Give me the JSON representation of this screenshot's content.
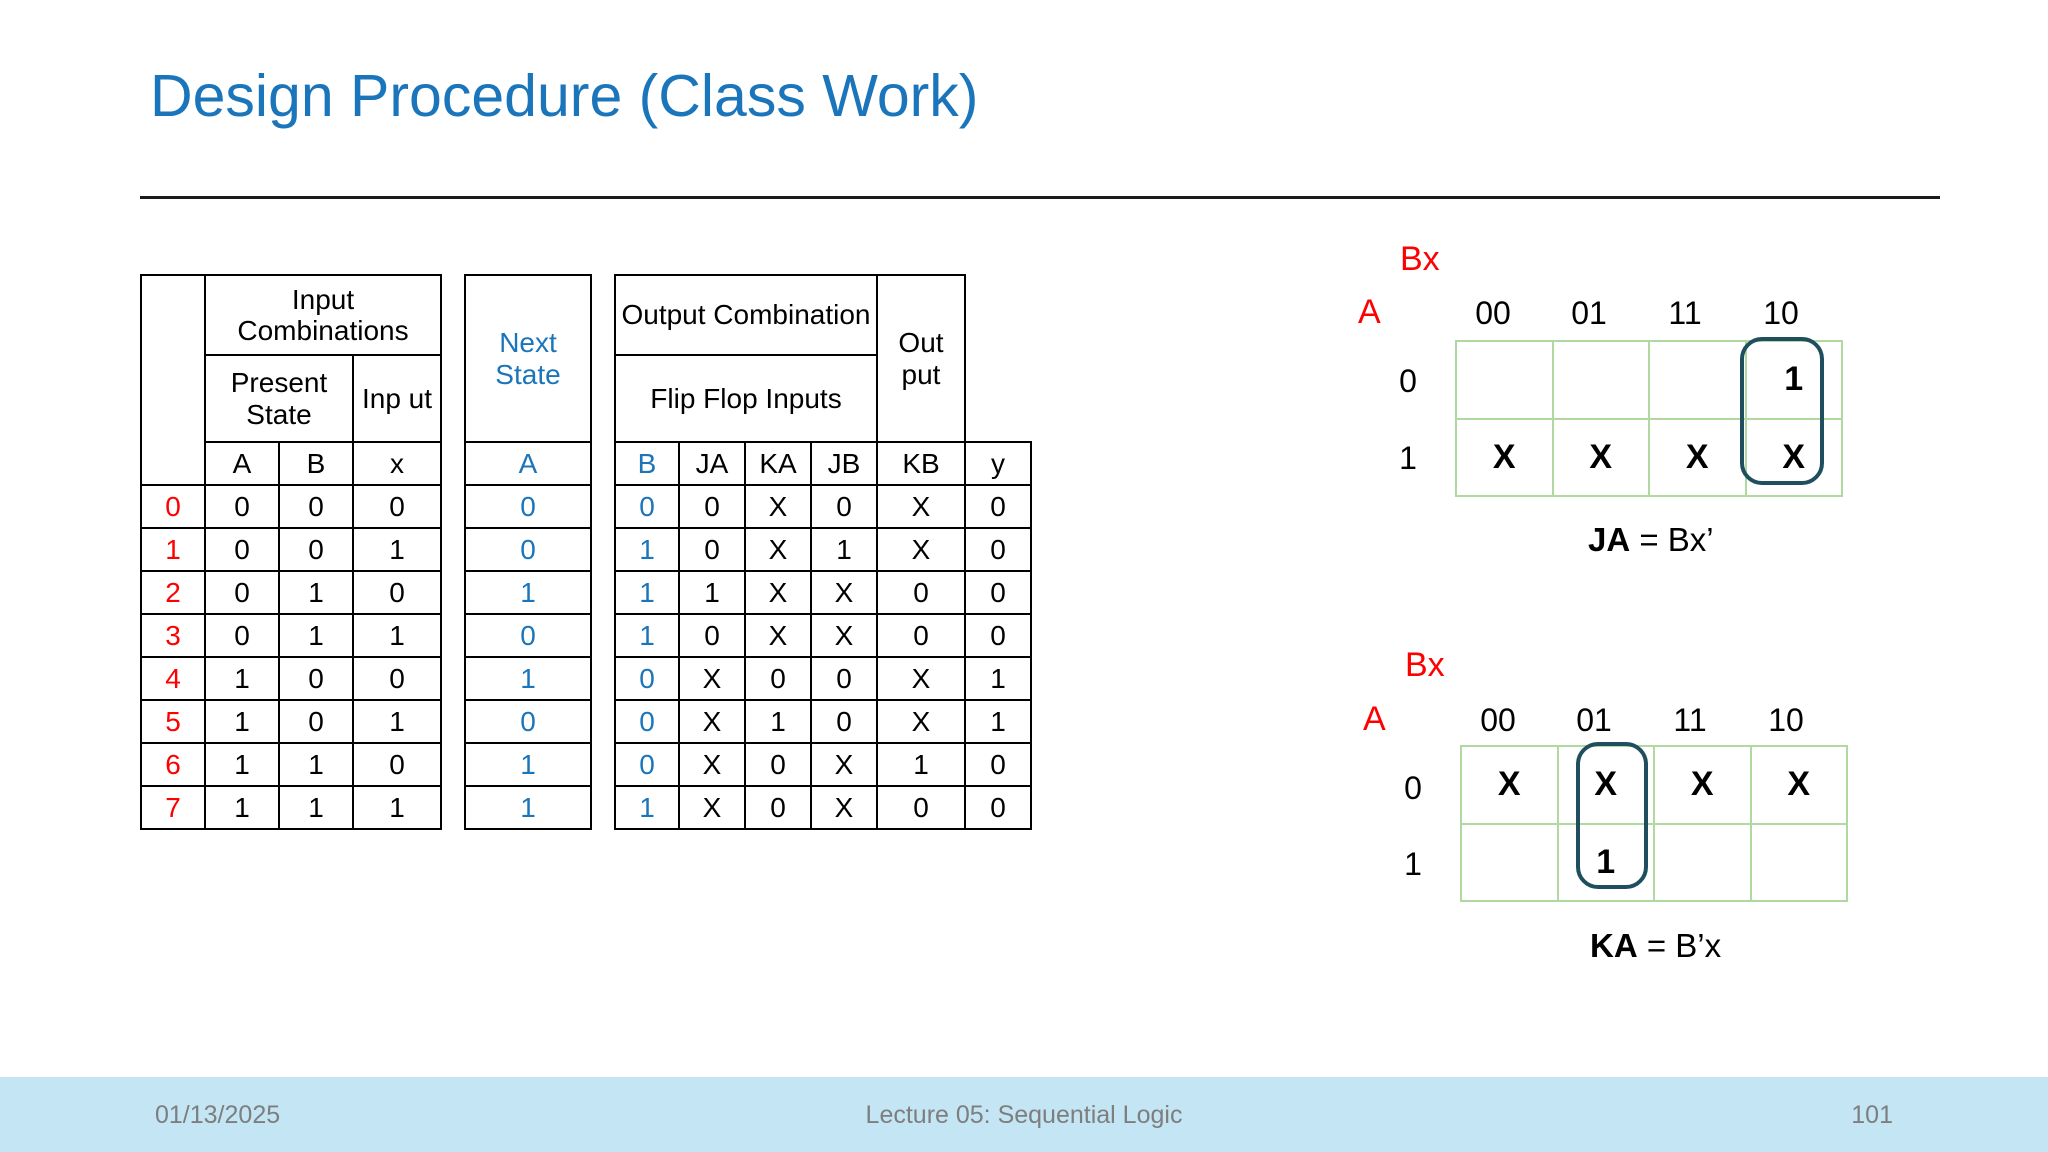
{
  "slide": {
    "title": "Design Procedure (Class Work)"
  },
  "table": {
    "headers": {
      "input_combinations": "Input Combinations",
      "present_state": "Present State",
      "input": "Inp ut",
      "next_state": "Next State",
      "output_combination": "Output Combination",
      "flip_flop_inputs": "Flip Flop Inputs",
      "output": "Out put",
      "col_A": "A",
      "col_B": "B",
      "col_x": "x",
      "col_nsA": "A",
      "col_nsB": "B",
      "col_JA": "JA",
      "col_KA": "KA",
      "col_JB": "JB",
      "col_KB": "KB",
      "col_y": "y"
    },
    "rows": [
      {
        "idx": "0",
        "A": "0",
        "B": "0",
        "x": "0",
        "nA": "0",
        "nB": "0",
        "JA": "0",
        "KA": "X",
        "JB": "0",
        "KB": "X",
        "y": "0"
      },
      {
        "idx": "1",
        "A": "0",
        "B": "0",
        "x": "1",
        "nA": "0",
        "nB": "1",
        "JA": "0",
        "KA": "X",
        "JB": "1",
        "KB": "X",
        "y": "0"
      },
      {
        "idx": "2",
        "A": "0",
        "B": "1",
        "x": "0",
        "nA": "1",
        "nB": "1",
        "JA": "1",
        "KA": "X",
        "JB": "X",
        "KB": "0",
        "y": "0"
      },
      {
        "idx": "3",
        "A": "0",
        "B": "1",
        "x": "1",
        "nA": "0",
        "nB": "1",
        "JA": "0",
        "KA": "X",
        "JB": "X",
        "KB": "0",
        "y": "0"
      },
      {
        "idx": "4",
        "A": "1",
        "B": "0",
        "x": "0",
        "nA": "1",
        "nB": "0",
        "JA": "X",
        "KA": "0",
        "JB": "0",
        "KB": "X",
        "y": "1"
      },
      {
        "idx": "5",
        "A": "1",
        "B": "0",
        "x": "1",
        "nA": "0",
        "nB": "0",
        "JA": "X",
        "KA": "1",
        "JB": "0",
        "KB": "X",
        "y": "1"
      },
      {
        "idx": "6",
        "A": "1",
        "B": "1",
        "x": "0",
        "nA": "1",
        "nB": "0",
        "JA": "X",
        "KA": "0",
        "JB": "X",
        "KB": "1",
        "y": "0"
      },
      {
        "idx": "7",
        "A": "1",
        "B": "1",
        "x": "1",
        "nA": "1",
        "nB": "1",
        "JA": "X",
        "KA": "0",
        "JB": "X",
        "KB": "0",
        "y": "0"
      }
    ]
  },
  "kmaps": [
    {
      "var_label": "Bx",
      "row_var_label": "A",
      "col_headers": [
        "00",
        "01",
        "11",
        "10"
      ],
      "row_headers": [
        "0",
        "1"
      ],
      "cells": [
        [
          "",
          "",
          "",
          "1"
        ],
        [
          "X",
          "X",
          "X",
          "X"
        ]
      ],
      "equation_name": "JA",
      "equation_rest": " = Bx’",
      "group_note": "column 10 both rows"
    },
    {
      "var_label": "Bx",
      "row_var_label": "A",
      "col_headers": [
        "00",
        "01",
        "11",
        "10"
      ],
      "row_headers": [
        "0",
        "1"
      ],
      "cells": [
        [
          "X",
          "X",
          "X",
          "X"
        ],
        [
          "",
          "1",
          "",
          ""
        ]
      ],
      "equation_name": "KA",
      "equation_rest": " = B’x",
      "group_note": "column 01 both rows"
    }
  ],
  "colors": {
    "title_blue": "#1B75BB",
    "index_red": "#FF0000",
    "next_state_blue": "#1B75BB",
    "kmap_grid_green": "#AFD9A0",
    "kmap_group_navy": "#1F4E5F",
    "footer_band": "#C3E5F4"
  },
  "footer": {
    "date": "01/13/2025",
    "center": "Lecture 05: Sequential Logic",
    "page": "101"
  }
}
